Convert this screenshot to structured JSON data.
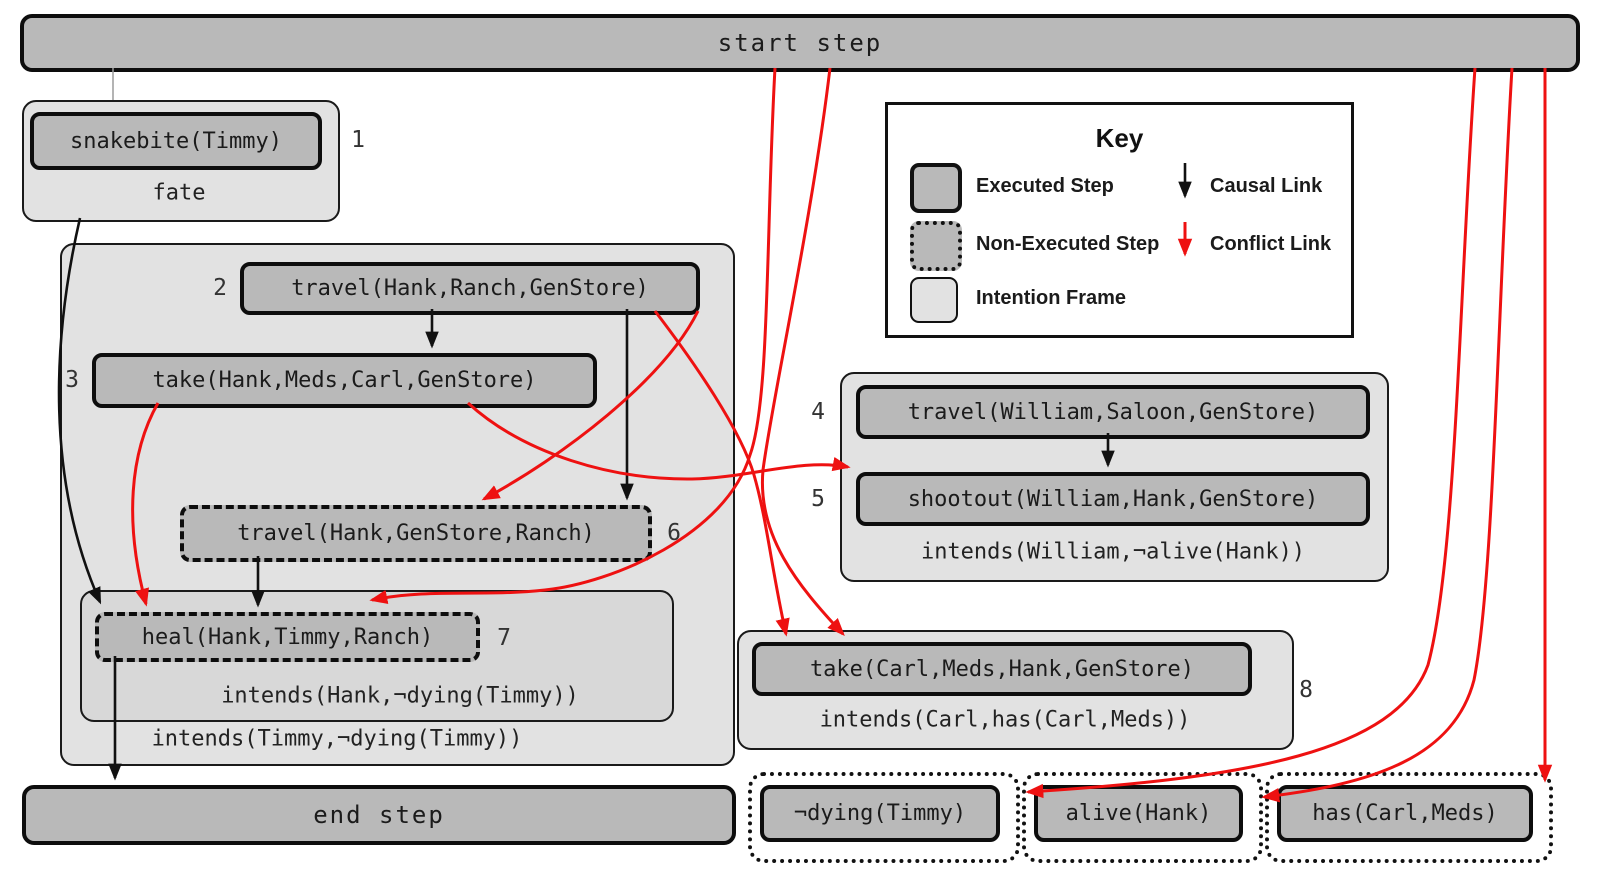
{
  "diagram": {
    "title_hint": "plan graph with executed steps, non-executed steps, intention frames, causal and conflict links",
    "start_step": "start step",
    "end_step": "end step",
    "steps": {
      "snakebite": {
        "num": "1",
        "text": "snakebite(Timmy)"
      },
      "travel2": {
        "num": "2",
        "text": "travel(Hank,Ranch,GenStore)"
      },
      "take3": {
        "num": "3",
        "text": "take(Hank,Meds,Carl,GenStore)"
      },
      "travel4": {
        "num": "4",
        "text": "travel(William,Saloon,GenStore)"
      },
      "shootout5": {
        "num": "5",
        "text": "shootout(William,Hank,GenStore)"
      },
      "travel6": {
        "num": "6",
        "text": "travel(Hank,GenStore,Ranch)"
      },
      "heal7": {
        "num": "7",
        "text": "heal(Hank,Timmy,Ranch)"
      },
      "take8": {
        "num": "8",
        "text": "take(Carl,Meds,Hank,GenStore)"
      }
    },
    "frames": {
      "fate": "fate",
      "timmy": "intends(Timmy,¬dying(Timmy))",
      "hank": "intends(Hank,¬dying(Timmy))",
      "william": "intends(William,¬alive(Hank))",
      "carl": "intends(Carl,has(Carl,Meds))"
    },
    "goals": {
      "not_dying_timmy": "¬dying(Timmy)",
      "alive_hank": "alive(Hank)",
      "has_carl_meds": "has(Carl,Meds)"
    },
    "key": {
      "title": "Key",
      "executed": "Executed Step",
      "non_executed": "Non-Executed Step",
      "intention": "Intention Frame",
      "causal": "Causal Link",
      "conflict": "Conflict Link"
    },
    "links": {
      "causal": [
        {
          "from": "start step",
          "to": "fate frame"
        },
        {
          "from": "snakebite(Timmy)",
          "to": "heal(Hank,Timmy,Ranch)"
        },
        {
          "from": "travel(Hank,Ranch,GenStore)",
          "to": "take(Hank,Meds,Carl,GenStore)"
        },
        {
          "from": "travel(Hank,Ranch,GenStore)",
          "to": "travel(Hank,GenStore,Ranch)"
        },
        {
          "from": "travel(Hank,GenStore,Ranch)",
          "to": "heal(Hank,Timmy,Ranch)"
        },
        {
          "from": "travel(William,Saloon,GenStore)",
          "to": "shootout(William,Hank,GenStore)"
        },
        {
          "from": "heal(Hank,Timmy,Ranch)",
          "to": "end step"
        }
      ],
      "conflict": [
        {
          "from": "start step",
          "to": "heal(Hank,Timmy,Ranch)"
        },
        {
          "from": "start step",
          "to": "take(Carl,Meds,Hank,GenStore)"
        },
        {
          "from": "travel(Hank,Ranch,GenStore)",
          "to": "take(Carl,Meds,Hank,GenStore)"
        },
        {
          "from": "travel(Hank,Ranch,GenStore)",
          "to": "travel(Hank,GenStore,Ranch)"
        },
        {
          "from": "take(Hank,Meds,Carl,GenStore)",
          "to": "shootout(William,Hank,GenStore)"
        },
        {
          "from": "take(Hank,Meds,Carl,GenStore)",
          "to": "heal(Hank,Timmy,Ranch)"
        },
        {
          "from": "start step",
          "to": "¬dying(Timmy)"
        },
        {
          "from": "start step",
          "to": "alive(Hank)"
        },
        {
          "from": "start step",
          "to": "has(Carl,Meds)"
        }
      ]
    },
    "colors": {
      "conflict_red": "#ee1111",
      "causal_black": "#111111",
      "executed_fill": "#b9b9b9",
      "frame_fill": "#e2e2e2"
    }
  }
}
